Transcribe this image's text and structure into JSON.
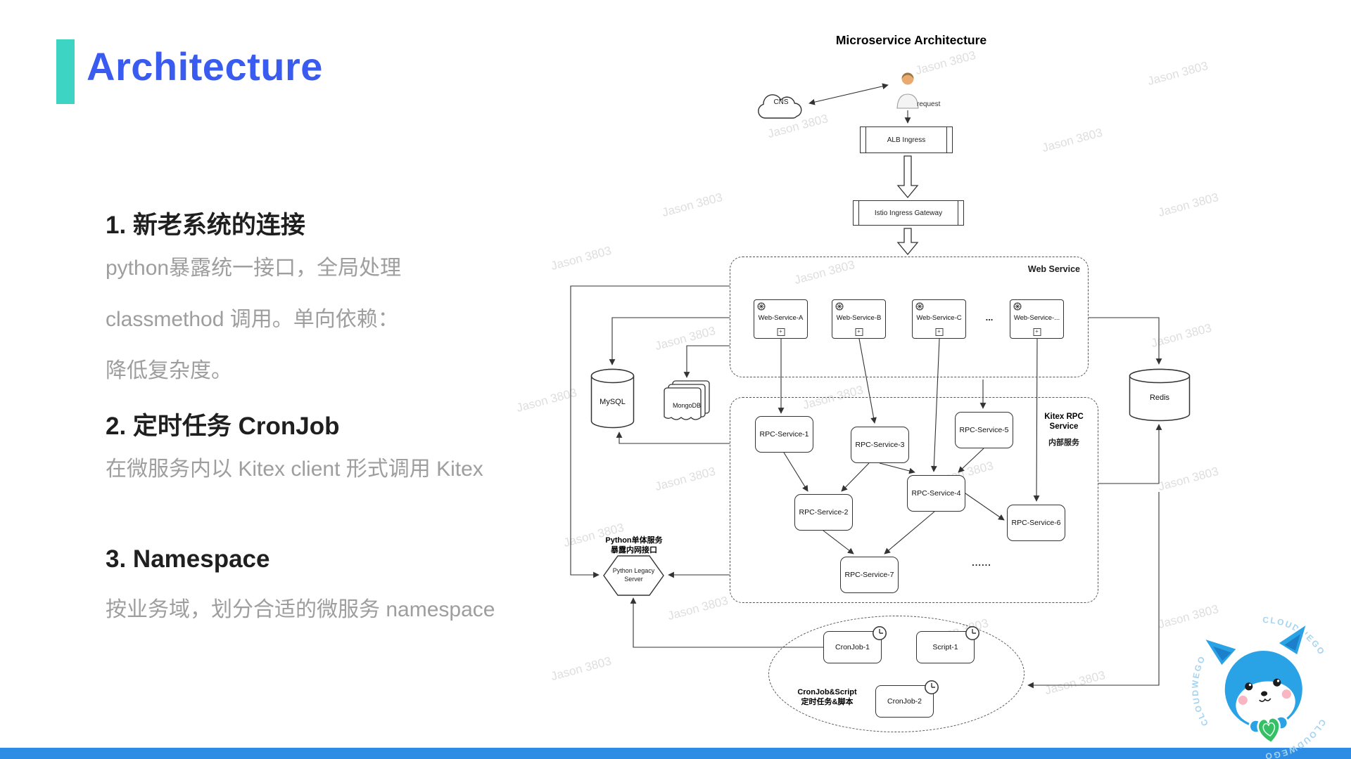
{
  "slide": {
    "title": "Architecture",
    "accent_color": "#3ed4c4",
    "title_color": "#3a5bf0",
    "sections": [
      {
        "heading": "1. 新老系统的连接",
        "body": [
          "python暴露统一接口，全局处理",
          "classmethod 调用。单向依赖：",
          "降低复杂度。"
        ]
      },
      {
        "heading": "2. 定时任务 CronJob",
        "body": [
          "在微服务内以 Kitex client 形式调用 Kitex"
        ]
      },
      {
        "heading": "3. Namespace",
        "body": [
          "按业务域，划分合适的微服务 namespace"
        ]
      }
    ]
  },
  "diagram": {
    "title": "Microservice Architecture",
    "watermark": "Jason 3803",
    "cloud_label": "CNS",
    "request_label": "request",
    "alb_label": "ALB Ingress",
    "istio_label": "Istio Ingress Gateway",
    "web_service": {
      "container_label": "Web Service",
      "nodes": [
        "Web-Service-A",
        "Web-Service-B",
        "Web-Service-C",
        "Web-Service-..."
      ],
      "ellipsis": "..."
    },
    "datastores": {
      "mysql": "MySQL",
      "mongodb": "MongoDB",
      "redis": "Redis"
    },
    "kitex": {
      "title_line1": "Kitex RPC",
      "title_line2": "Service",
      "subtitle": "内部服务",
      "nodes": [
        "RPC-Service-1",
        "RPC-Service-2",
        "RPC-Service-3",
        "RPC-Service-4",
        "RPC-Service-5",
        "RPC-Service-6",
        "RPC-Service-7"
      ],
      "ellipsis": "......"
    },
    "python_legacy": {
      "caption_line1": "Python单体服务",
      "caption_line2": "暴露内网接口",
      "label_line1": "Python Legacy",
      "label_line2": "Server"
    },
    "cron": {
      "label_line1": "CronJob&Script",
      "label_line2": "定时任务&脚本",
      "nodes": [
        "CronJob-1",
        "Script-1",
        "CronJob-2"
      ]
    }
  },
  "mascot": {
    "brand": "CLOUDWEGO"
  },
  "footer": {
    "bar_color": "#2d8ce4"
  }
}
